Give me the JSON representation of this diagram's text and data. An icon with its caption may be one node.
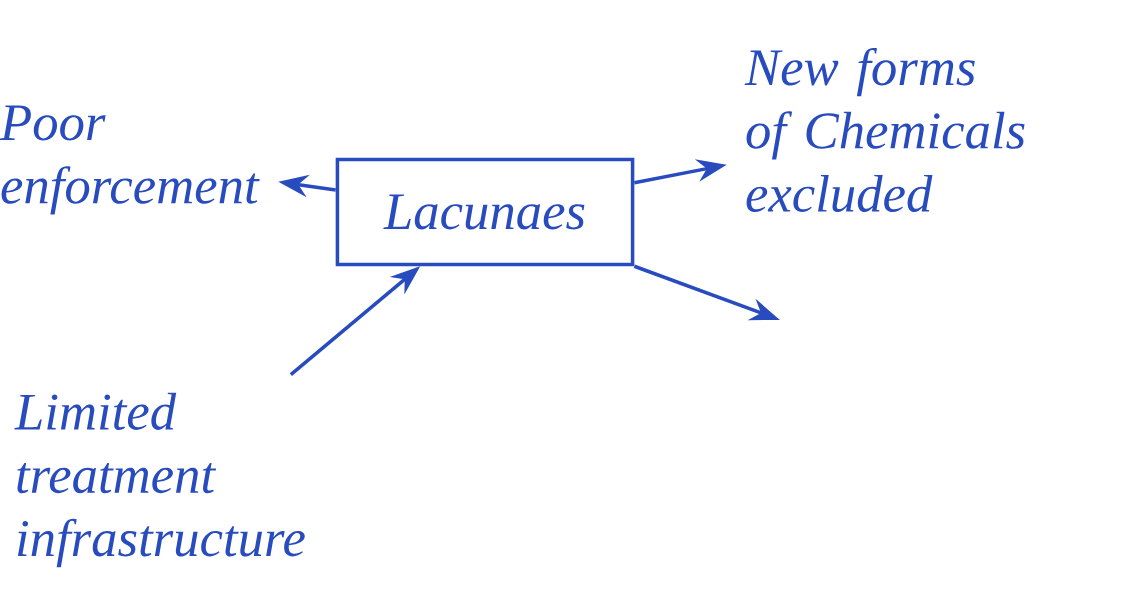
{
  "diagram": {
    "nodes": [
      {
        "text": [
          "Poor enforcement"
        ]
      },
      {
        "text": [
          "Lacunaes"
        ]
      },
      {
        "text": [
          "New forms of Chemicals excluded"
        ]
      },
      {
        "text": [
          "Limited treatment infrastructure"
        ]
      }
    ],
    "edges": [
      {
        "from": 1,
        "to": 0,
        "arrow": "to"
      },
      {
        "from": 1,
        "to": 2,
        "arrow": "to"
      },
      {
        "from": 3,
        "to": 1,
        "arrow": "to"
      },
      {
        "from": 1,
        "to": null,
        "arrow": "to"
      }
    ]
  }
}
